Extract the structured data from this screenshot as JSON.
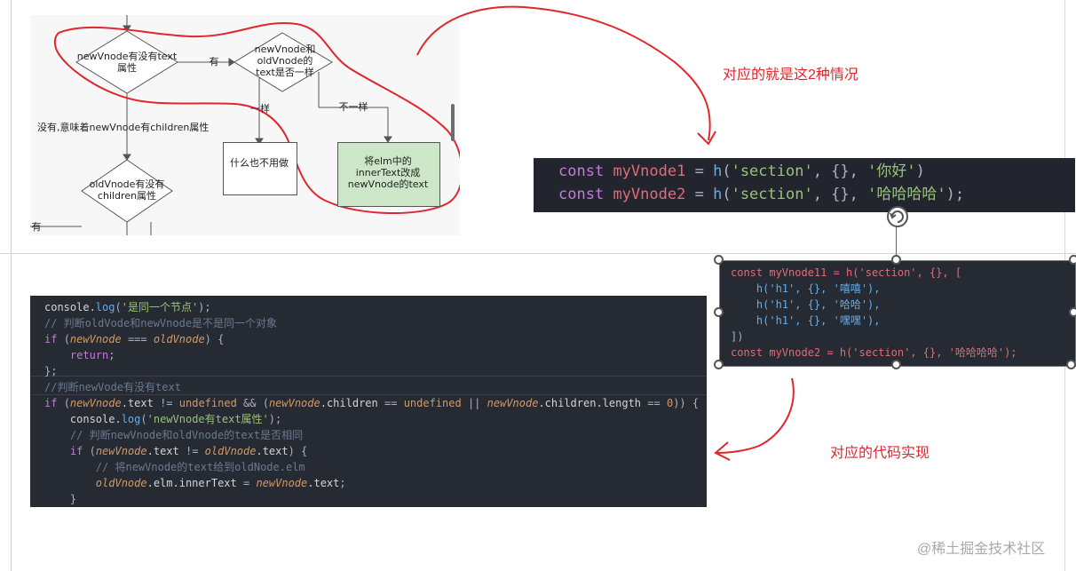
{
  "flowchart": {
    "decision1": "newVnode有没有text属性",
    "yes_label": "有",
    "decision2": "newVnode和oldVnode的text是否一样",
    "same_label": "一样",
    "diff_label": "不一样",
    "do_nothing": "什么也不用做",
    "replace_text": "将elm中的innerText改成newVnode的text",
    "no_label": "没有,意味着newVnode有children属性",
    "decision3": "oldVnode有没有children属性",
    "yes_label2": "有"
  },
  "annotations": {
    "top_right": "对应的就是这2种情况",
    "bottom_right": "对应的代码实现"
  },
  "code_top": {
    "line1_name": "myVnode1",
    "line1_text": "'你好'",
    "line2_name": "myVnode2",
    "line2_text": "'哈哈哈哈'"
  },
  "code_mid": {
    "line1": "const myVnode11 = h('section', {}, [",
    "line2": "    h('h1', {}, '嘻嘻'),",
    "line3": "    h('h1', {}, '哈哈'),",
    "line4": "    h('h1', {}, '嘿嘿'),",
    "line5": "])",
    "line6": "const myVnode2 = h('section', {}, '哈哈哈哈');"
  },
  "code_bottom": {
    "line1_str": "'是同一个节点'",
    "line2": "// 判断oldVode和newVnode是不是同一个对象",
    "line6": "//判断newVode有没有text",
    "line8_str": "'newVnode有text属性'",
    "line9": "// 判断newVnode和oldVnode的text是否相同",
    "line11": "// 将newVnode的text给到oldNode.elm"
  },
  "watermark": "@稀土掘金技术社区",
  "colors": {
    "accent_red": "#e0262f",
    "code_bg": "#262a33",
    "keyword": "#c678dd",
    "string": "#98c379",
    "function": "#61afef",
    "variable": "#e06c75"
  }
}
